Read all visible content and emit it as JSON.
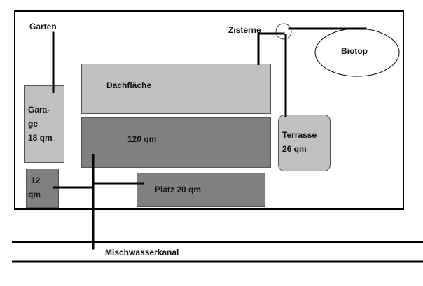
{
  "diagram": {
    "labels": {
      "garden": "Garten",
      "cistern": "Zisterne",
      "biotope": "Biotop",
      "roof": "Dachfläche",
      "roof_area": "120 qm",
      "garage_line1": "Gara-",
      "garage_line2": "ge",
      "garage_area": "18 qm",
      "small_area_line1": "12",
      "small_area_line2": "qm",
      "yard": "Platz 20 qm",
      "terrace_line1": "Terrasse",
      "terrace_area": "26 qm",
      "sewer": "Mischwasserkanal"
    },
    "colors": {
      "light_surface": "#c0c0c0",
      "dark_surface": "#808080",
      "pipe": "#000000"
    }
  }
}
